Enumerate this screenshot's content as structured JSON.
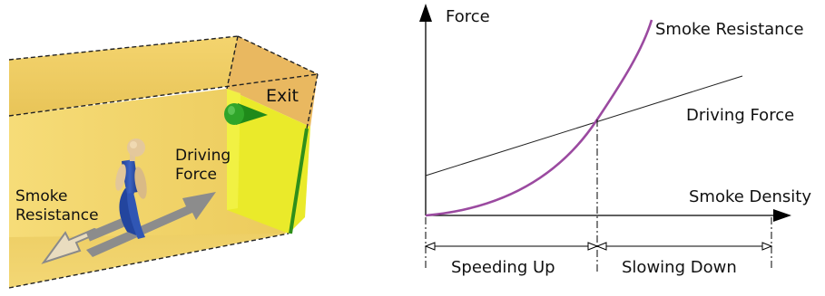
{
  "illustration": {
    "exit_label": "Exit",
    "driving_force_line1": "Driving",
    "driving_force_line2": "Force",
    "smoke_resistance_line1": "Smoke",
    "smoke_resistance_line2": "Resistance",
    "colors": {
      "corridor": "#f2d36e",
      "exit_wall": "#ecec2e",
      "exit_door_edge": "#2f8f1a",
      "pedestrian_body": "#2a4ea8",
      "pedestrian_skin": "#e2c79a",
      "arrow_gray": "#8c8c8c"
    }
  },
  "graph": {
    "y_axis_label": "Force",
    "x_axis_label": "Smoke Density",
    "smoke_resistance_label": "Smoke Resistance",
    "driving_force_label": "Driving Force",
    "region_left_label": "Speeding Up",
    "region_right_label": "Slowing Down",
    "colors": {
      "smoke_resistance_curve": "#9b4aa0",
      "driving_force_line": "#222222",
      "axes": "#000000"
    }
  }
}
